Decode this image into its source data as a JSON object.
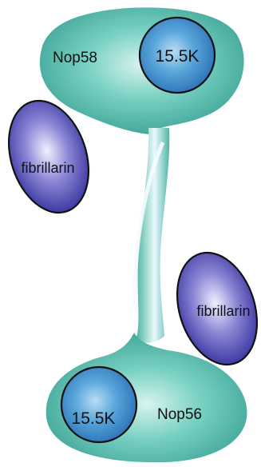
{
  "labels": {
    "top_complex": "Nop58",
    "bottom_complex": "Nop56",
    "top_subunit": "15.5K",
    "bottom_subunit": "15.5K",
    "left_protein": "fibrillarin",
    "right_protein": "fibrillarin"
  },
  "colors": {
    "teal_body": "#5cc6b6",
    "teal_edge": "#3aa193",
    "subunit_blue": "#2f86c8",
    "fibrillarin_purple": "#3b39a8",
    "outline": "#111111"
  }
}
